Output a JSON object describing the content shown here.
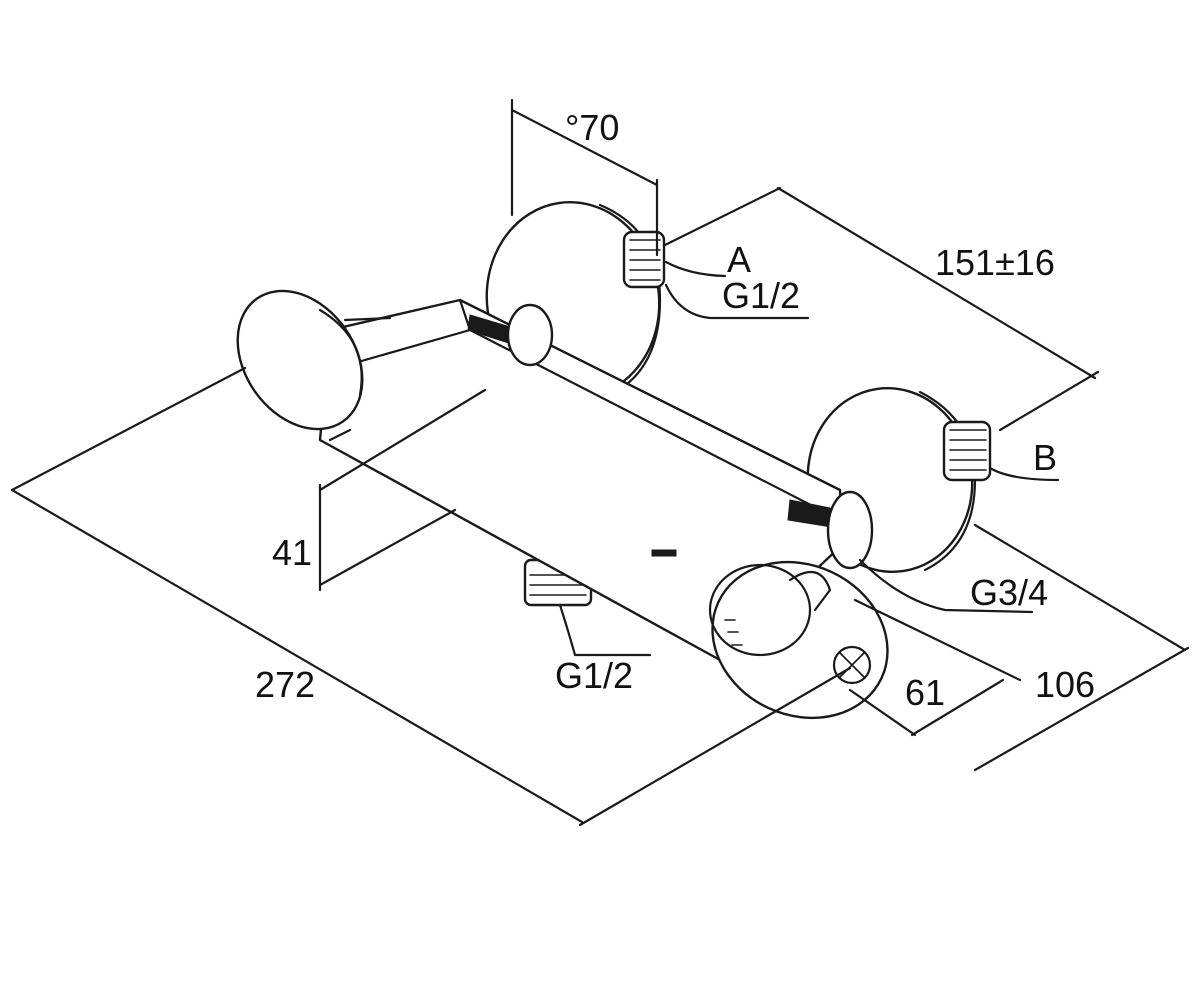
{
  "labels": {
    "dim_diameter": "°70",
    "dim_width": "151±16",
    "port_a": "A",
    "thread_a": "G1/2",
    "port_b": "B",
    "thread_b": "G3/4",
    "dim_height": "41",
    "thread_outlet": "G1/2",
    "dim_length": "272",
    "dim_depth_inner": "61",
    "dim_depth_outer": "106"
  }
}
